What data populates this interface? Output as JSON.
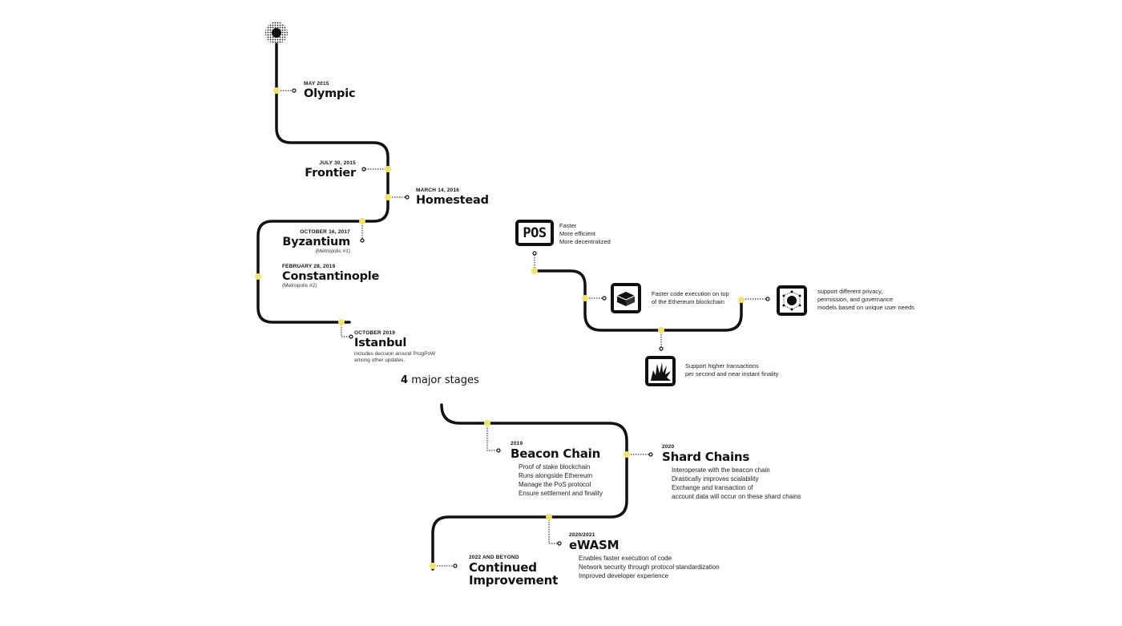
{
  "eth1": {
    "olympic": {
      "date": "MAY 2015",
      "name": "Olympic"
    },
    "frontier": {
      "date": "JULY 30, 2015",
      "name": "Frontier"
    },
    "homestead": {
      "date": "MARCH 14, 2016",
      "name": "Homestead"
    },
    "byzantium": {
      "date": "OCTOBER 16, 2017",
      "name": "Byzantium",
      "sub": "(Metropolis #1)"
    },
    "constantinople": {
      "date": "FEBRUARY 28, 2019",
      "name": "Constantinople",
      "sub": "(Metropolis #2)"
    },
    "istanbul": {
      "date": "OCTOBER 2019",
      "name": "Istanbul",
      "sub1": "includes decision around ProgPoW",
      "sub2": "among other updates."
    }
  },
  "stages_heading": {
    "count": "4",
    "text": "major stages"
  },
  "eth2": {
    "beacon": {
      "date": "2019",
      "name": "Beacon Chain",
      "lines": [
        "Proof of stake blockchain",
        "Runs alongside Ethereum",
        "Manage the PoS protocol",
        "Ensure settlement and finality"
      ]
    },
    "shard": {
      "date": "2020",
      "name": "Shard Chains",
      "lines": [
        "Interoperate with the beacon chain",
        "Drastically improves scalability",
        "Exchange and transaction of",
        "account data will occur on these shard chains"
      ]
    },
    "ewasm": {
      "date": "2020/2021",
      "name": "eWASM",
      "lines": [
        "Enables faster execution of code",
        "Network security through protocol standardization",
        "Improved developer experience"
      ]
    },
    "continued": {
      "date": "2022 and beyond",
      "name1": "Continued",
      "name2": "Improvement"
    }
  },
  "features": {
    "pos": {
      "icon": "pos-icon",
      "icon_text": "POS",
      "lines": [
        "Faster",
        "More efficient",
        "More decentralized"
      ]
    },
    "execution": {
      "icon": "block-icon",
      "lines": [
        "Faster code execution on top",
        "of the Ethereum blockchain"
      ]
    },
    "privacy": {
      "icon": "network-node-icon",
      "lines": [
        "support different privacy,",
        "permission, and governance",
        "models based on unique user needs"
      ]
    },
    "throughput": {
      "icon": "burst-icon",
      "lines": [
        "Support higher transactions",
        "per second and near instant finality"
      ]
    }
  },
  "colors": {
    "line": "#111111",
    "node": "#f3e36b",
    "text": "#111111"
  }
}
